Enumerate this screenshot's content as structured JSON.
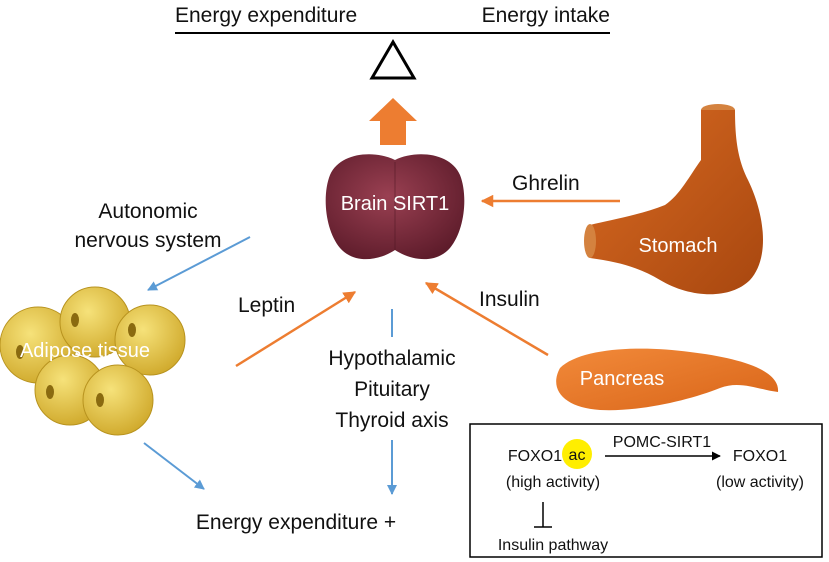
{
  "balance": {
    "left_label": "Energy expenditure",
    "right_label": "Energy intake"
  },
  "organs": {
    "brain": "Brain SIRT1",
    "stomach": "Stomach",
    "adipose": "Adipose tissue",
    "pancreas": "Pancreas"
  },
  "signals": {
    "ghrelin": "Ghrelin",
    "leptin": "Leptin",
    "insulin": "Insulin",
    "autonomic_line1": "Autonomic",
    "autonomic_line2": "nervous system",
    "hpt_line1": "Hypothalamic",
    "hpt_line2": "Pituitary",
    "hpt_line3": "Thyroid  axis"
  },
  "outcome": "Energy expenditure +",
  "inset": {
    "foxo1_left": "FOXO1",
    "acetyl_tag": "ac",
    "left_activity": "(high activity)",
    "enzyme": "POMC-SIRT1",
    "foxo1_right": "FOXO1",
    "right_activity": "(low activity)",
    "inhibited": "Insulin pathway"
  },
  "colors": {
    "orange_arrow": "#ed7d31",
    "blue_arrow": "#5b9bd5",
    "brain": "#7a2a3a",
    "stomach": "#c0561a",
    "adipose": "#e8c84a",
    "pancreas": "#ea7a2a",
    "acetyl": "#ffee00"
  }
}
